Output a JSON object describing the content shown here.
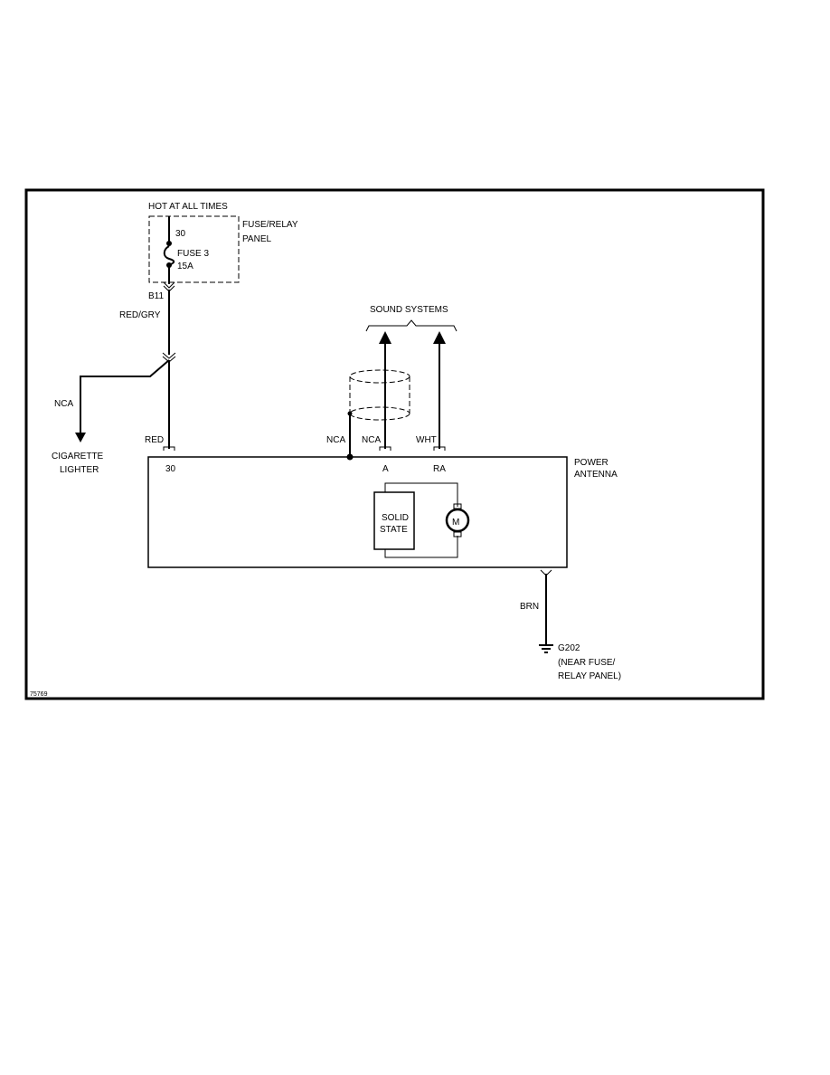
{
  "diagram": {
    "header": "HOT AT ALL TIMES",
    "fuse_panel": {
      "label_line1": "FUSE/RELAY",
      "label_line2": "PANEL",
      "terminal": "30",
      "fuse_name": "FUSE 3",
      "fuse_rating": "15A"
    },
    "connector_b11": "B11",
    "wire_red_gry": "RED/GRY",
    "branch_nca": "NCA",
    "lighter_line1": "CIGARETTE",
    "lighter_line2": "LIGHTER",
    "wire_red": "RED",
    "sound_systems": "SOUND SYSTEMS",
    "wire_nca_shield": "NCA",
    "wire_nca_a": "NCA",
    "wire_wht": "WHT",
    "pin_30": "30",
    "pin_a": "A",
    "pin_ra": "RA",
    "antenna_line1": "POWER",
    "antenna_line2": "ANTENNA",
    "solid_state_line1": "SOLID",
    "solid_state_line2": "STATE",
    "motor": "M",
    "wire_brn": "BRN",
    "ground_line1": "G202",
    "ground_line2": "(NEAR FUSE/",
    "ground_line3": "RELAY PANEL)",
    "figure_id": "75769"
  }
}
